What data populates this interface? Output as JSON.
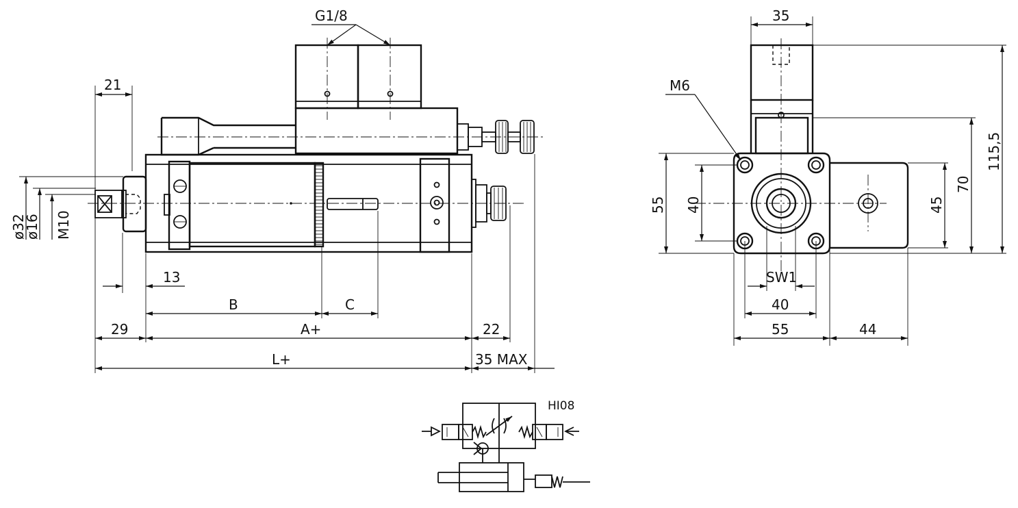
{
  "side_view": {
    "port": "G1/8",
    "dim_21": "21",
    "dim_13": "13",
    "dim_b": "B",
    "dim_c": "C",
    "dim_29": "29",
    "dim_a": "A+",
    "dim_22": "22",
    "dim_l": "L+",
    "dim_35max": "35 MAX",
    "dia_32": "ø32",
    "dia_16": "ø16",
    "thread_m10": "M10"
  },
  "end_view": {
    "dim_top_35": "35",
    "thread_m6": "M6",
    "dim_55_v": "55",
    "dim_40_v": "40",
    "dim_45_v": "45",
    "dim_70_v": "70",
    "dim_115": "115,5",
    "sw1": "SW1",
    "dim_40_h": "40",
    "dim_55_h": "55",
    "dim_44_h": "44"
  },
  "schematic": {
    "label": "HI08"
  }
}
